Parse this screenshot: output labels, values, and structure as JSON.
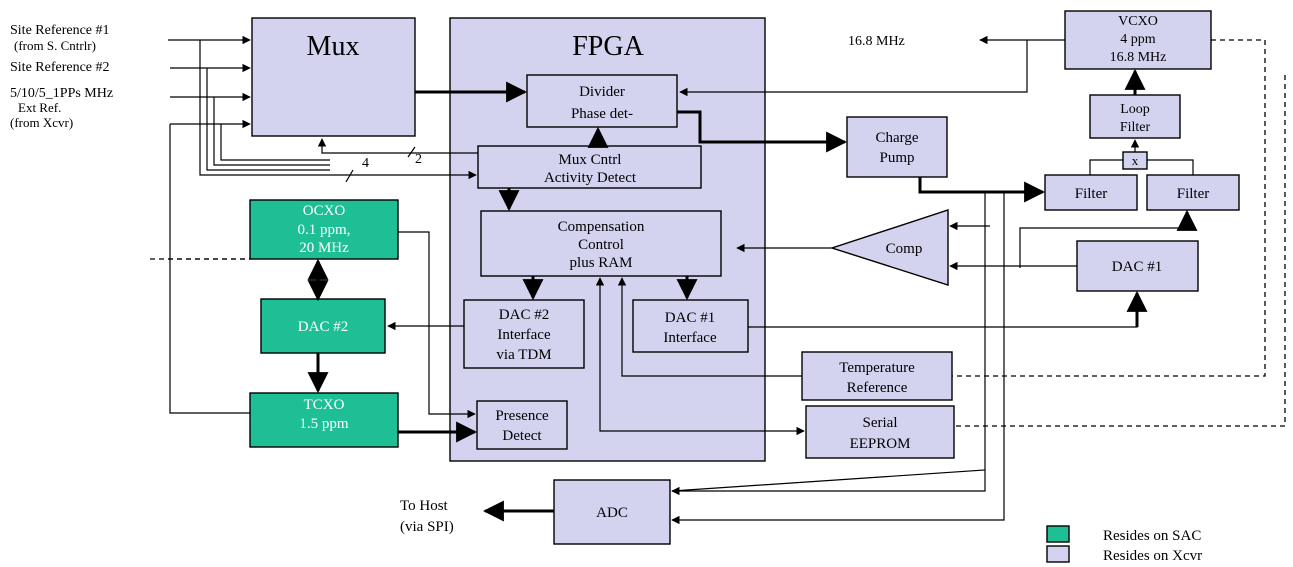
{
  "blocks": {
    "mux": "Mux",
    "fpga": "FPGA",
    "divider": [
      "Divider",
      "Phase det-"
    ],
    "mux_cntrl": [
      "Mux Cntrl",
      "Activity Detect"
    ],
    "compensation": [
      "Compensation",
      "Control",
      "plus RAM"
    ],
    "dac2_interface": [
      "DAC #2",
      "Interface",
      "via TDM"
    ],
    "dac1_interface": [
      "DAC #1",
      "Interface"
    ],
    "presence": [
      "Presence",
      "Detect"
    ],
    "ocxo": [
      "OCXO",
      "0.1 ppm,",
      "20 MHz"
    ],
    "dac2": "DAC #2",
    "tcxo": [
      "TCXO",
      "1.5 ppm"
    ],
    "charge_pump": [
      "Charge",
      "Pump"
    ],
    "vcxo": [
      "VCXO",
      "4 ppm",
      "16.8 MHz"
    ],
    "loop_filter": [
      "Loop",
      "Filter"
    ],
    "x": "x",
    "filter1": "Filter",
    "filter2": "Filter",
    "comp": "Comp",
    "dac1": "DAC #1",
    "temperature": [
      "Temperature",
      "Reference"
    ],
    "eeprom": [
      "Serial",
      "EEPROM"
    ],
    "adc": "ADC"
  },
  "labels": {
    "site_ref_1": "Site Reference #1",
    "site_ref_1_sub": "(from S. Cntrlr)",
    "site_ref_2": "Site Reference #2",
    "ext_ref": "5/10/5_1PPs MHz",
    "ext_ref_2": "Ext Ref.",
    "ext_ref_3": "(from Xcvr)",
    "freq_out": "16.8 MHz",
    "bus_4": "4",
    "bus_2": "2",
    "to_host": "To Host",
    "to_host_sub": "(via SPI)"
  },
  "legend": {
    "sac": "Resides on SAC",
    "xcvr": "Resides on Xcvr",
    "sac_color": "#1fbf95",
    "xcvr_color": "#d3d3f0"
  }
}
